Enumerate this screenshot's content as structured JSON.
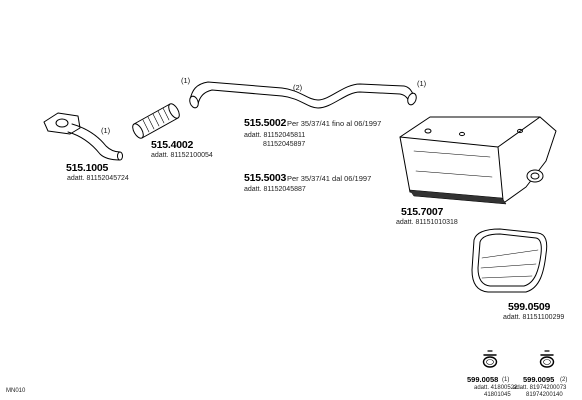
{
  "parts": {
    "p1005": {
      "code": "515.1005",
      "adapt": "adatt. 81152045724",
      "idx": "(1)"
    },
    "p4002": {
      "code": "515.4002",
      "adapt": "adatt. 81152100054"
    },
    "p5002": {
      "code": "515.5002",
      "note": "Per  35/37/41  fino al  06/1997",
      "adapt1": "adatt. 81152045811",
      "adapt2": "81152045897"
    },
    "p5003": {
      "code": "515.5003",
      "note": "Per  35/37/41  dal  06/1997",
      "adapt1": "adatt. 81152045887"
    },
    "pipe_labels": {
      "left": "(1)",
      "mid": "(2)",
      "right": "(1)"
    },
    "p7007": {
      "code": "515.7007",
      "adapt": "adatt. 81151010318"
    },
    "p0509": {
      "code": "599.0509",
      "adapt": "adatt. 81151100299"
    },
    "p0058": {
      "code": "599.0058",
      "qty": "(1)",
      "adapt1": "adatt. 41800522",
      "adapt2": "41801045"
    },
    "p0095": {
      "code": "599.0095",
      "qty": "(2)",
      "adapt1": "adatt. 81974200073",
      "adapt2": "81974200140"
    }
  },
  "ref": "MN010"
}
